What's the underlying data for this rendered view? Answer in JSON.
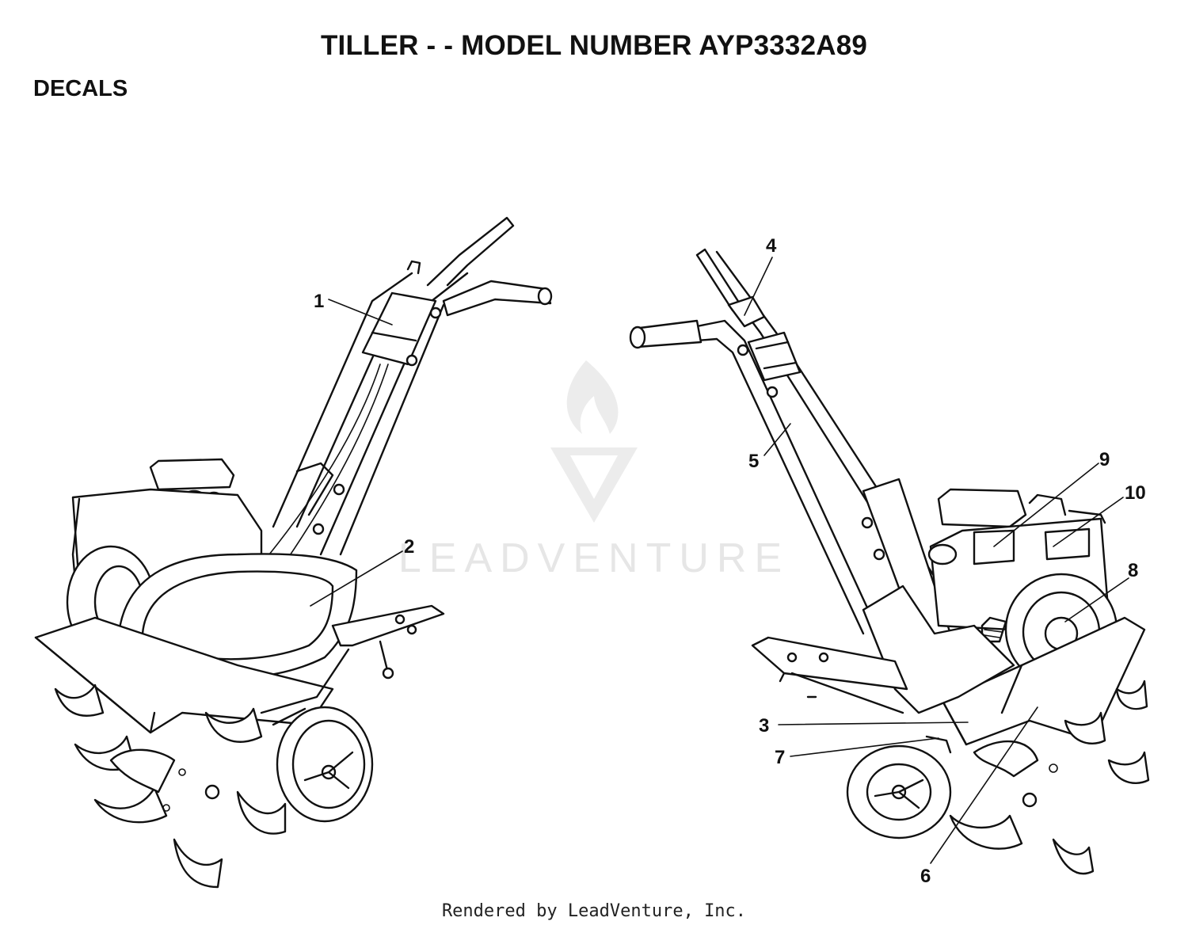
{
  "header": {
    "title": "TILLER - - MODEL NUMBER AYP3332A89",
    "section": "DECALS"
  },
  "watermark": {
    "text": "LEADVENTURE"
  },
  "callouts": [
    "1",
    "2",
    "3",
    "4",
    "5",
    "6",
    "7",
    "8",
    "9",
    "10"
  ],
  "footer": {
    "credit": "Rendered by LeadVenture, Inc."
  }
}
